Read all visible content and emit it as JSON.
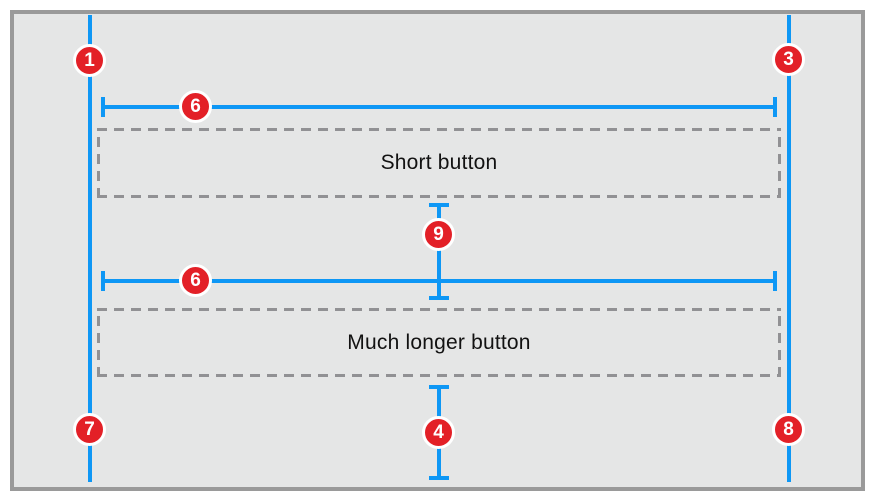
{
  "figure": {
    "type": "auto-layout-constraints-diagram",
    "colors": {
      "constraint_blue": "#0e97f5",
      "badge_red": "#e32027",
      "badge_ring": "#ffffff",
      "canvas_background": "#e5e6e6",
      "frame_border_gray": "#9a9a9a",
      "dashed_outline_gray": "#919194",
      "label_text": "#121212"
    }
  },
  "buttons": [
    {
      "label": "Short button"
    },
    {
      "label": "Much longer button"
    }
  ],
  "badges": {
    "top_left": "1",
    "top_right": "3",
    "top_width": "6",
    "vertical_spacing": "9",
    "middle_width": "6",
    "bottom_spacing": "4",
    "bottom_left": "7",
    "bottom_right": "8"
  }
}
